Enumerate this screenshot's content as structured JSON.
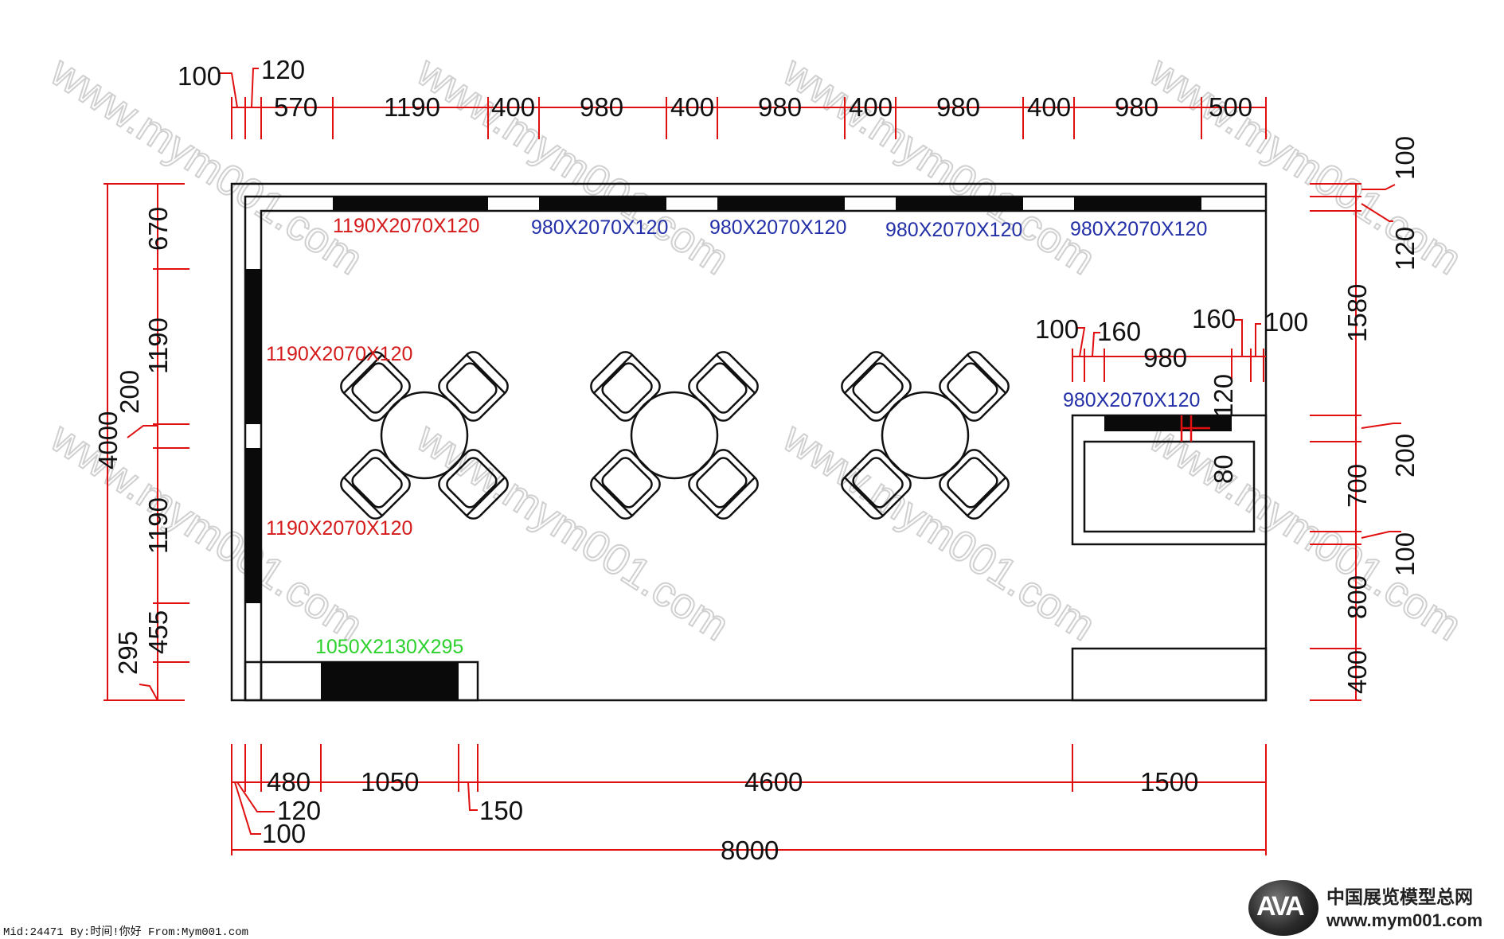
{
  "dimensions": {
    "top": [
      "100",
      "120",
      "570",
      "1190",
      "400",
      "980",
      "400",
      "980",
      "400",
      "980",
      "400",
      "980",
      "500"
    ],
    "bottom": [
      "480",
      "120",
      "100",
      "1050",
      "150",
      "4600",
      "1500",
      "8000"
    ],
    "left": [
      "4000",
      "670",
      "1190",
      "200",
      "1190",
      "455",
      "295"
    ],
    "right": [
      "100",
      "120",
      "1580",
      "200",
      "700",
      "100",
      "800",
      "400"
    ],
    "room_inner": [
      "100",
      "160",
      "980",
      "160",
      "100",
      "120",
      "80"
    ]
  },
  "panels": {
    "top_red": "1190X2070X120",
    "top_blue_1": "980X2070X120",
    "top_blue_2": "980X2070X120",
    "top_blue_3": "980X2070X120",
    "top_blue_4": "980X2070X120",
    "left_red_1": "1190X2070X120",
    "left_red_2": "1190X2070X120",
    "room_blue": "980X2070X120",
    "bottom_green": "1050X2130X295"
  },
  "watermark": "www.mym001.com",
  "footer": {
    "left_text": "Mid:24471 By:时间!你好 From:Mym001.com",
    "brand_logo": "AVA",
    "brand_name": "中国展览模型总网",
    "brand_url": "www.mym001.com"
  },
  "colors": {
    "dimension_red": "#e01010",
    "label_red": "#d41a1a",
    "label_blue": "#2330a8",
    "label_green": "#2dd12d"
  }
}
